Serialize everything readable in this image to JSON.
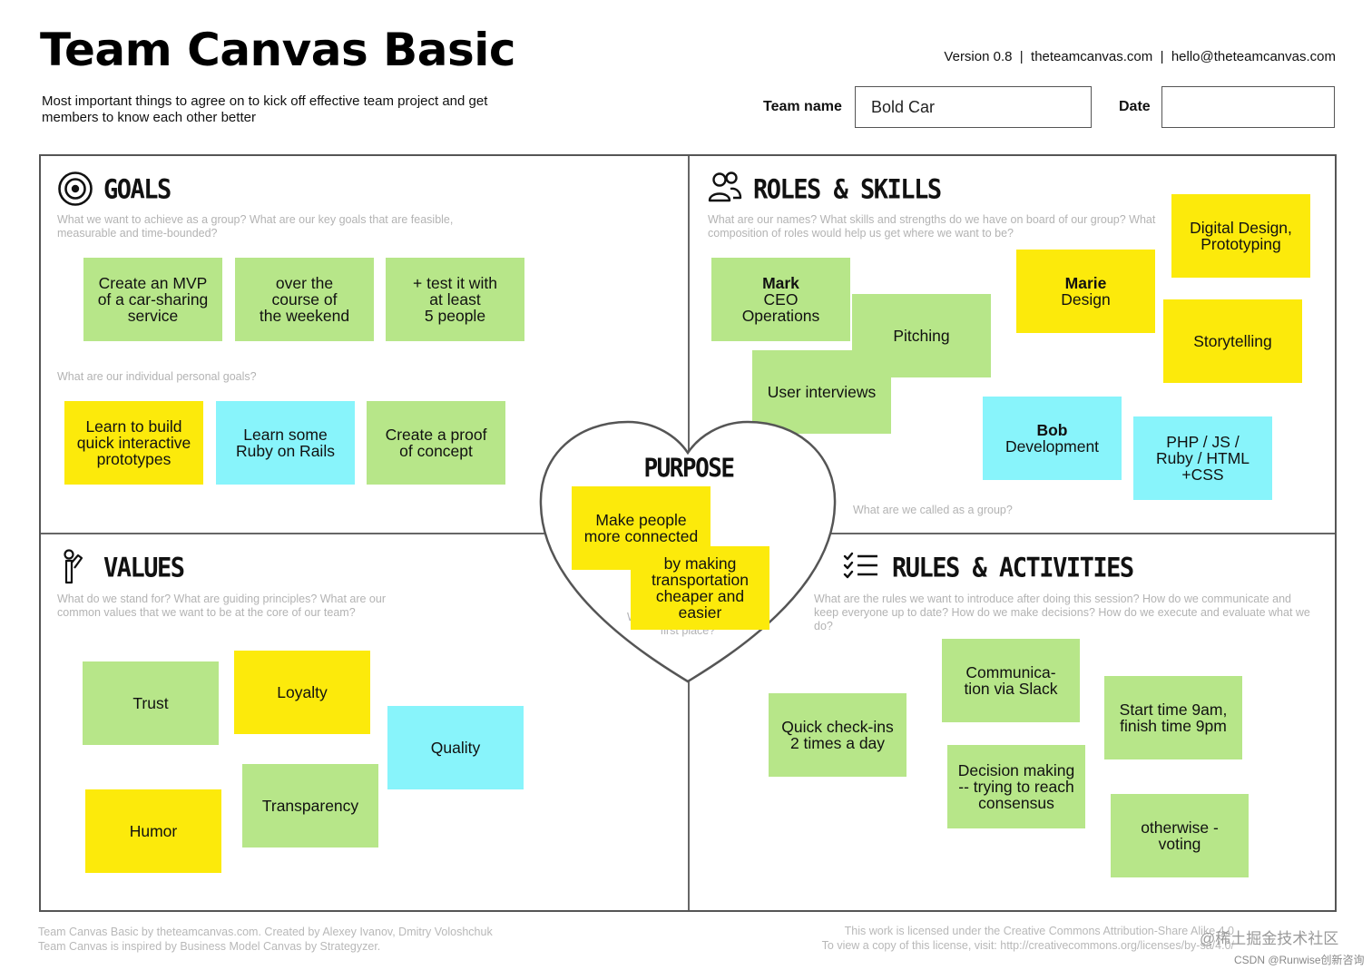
{
  "header": {
    "title": "Team Canvas Basic",
    "subtitle": "Most important things to agree on to kick off effective team project and get members to know each other better",
    "meta": "Version 0.8  |  theteamcanvas.com  |  hello@theteamcanvas.com",
    "team_label": "Team name",
    "team_value": "Bold Car",
    "date_label": "Date",
    "date_value": ""
  },
  "goals": {
    "title": "GOALS",
    "hint1": "What we want to achieve as a group? What are our key goals that are feasible, measurable and time-bounded?",
    "hint2": "What are our individual personal goals?",
    "notes": [
      {
        "text": "Create an MVP\nof a car-sharing\nservice",
        "color": "green"
      },
      {
        "text": "over the\ncourse of\nthe weekend",
        "color": "green"
      },
      {
        "text": "+ test it with\nat least\n5 people",
        "color": "green"
      },
      {
        "text": "Learn to build\nquick interactive\nprototypes",
        "color": "yellow"
      },
      {
        "text": "Learn some\nRuby on Rails",
        "color": "cyan"
      },
      {
        "text": "Create a proof\nof concept",
        "color": "green"
      }
    ]
  },
  "roles": {
    "title": "ROLES & SKILLS",
    "hint1": "What are our names? What skills and strengths do we have on board of our group? What composition of roles would help us get where we want to be?",
    "hint2": "What are we called as a group?",
    "notes": [
      {
        "name": "Mark",
        "text": "CEO\nOperations",
        "color": "green"
      },
      {
        "name": "",
        "text": "Pitching",
        "color": "green"
      },
      {
        "name": "",
        "text": "User interviews",
        "color": "green"
      },
      {
        "name": "Marie",
        "text": "Design",
        "color": "yellow"
      },
      {
        "name": "",
        "text": "Digital Design,\nPrototyping",
        "color": "yellow"
      },
      {
        "name": "",
        "text": "Storytelling",
        "color": "yellow"
      },
      {
        "name": "Bob",
        "text": "Development",
        "color": "cyan"
      },
      {
        "name": "",
        "text": "PHP / JS /\nRuby / HTML\n+CSS",
        "color": "cyan"
      }
    ]
  },
  "purpose": {
    "title": "PURPOSE",
    "hint": "Why are we doing in the first place?",
    "notes": [
      {
        "text": "Make people\nmore connected",
        "color": "yellow"
      },
      {
        "text": "by making\ntransportation\ncheaper and\neasier",
        "color": "yellow"
      }
    ]
  },
  "values": {
    "title": "VALUES",
    "hint": "What do we stand for? What are guiding principles? What are our common values that we want to be at the core of our team?",
    "notes": [
      {
        "text": "Trust",
        "color": "green"
      },
      {
        "text": "Loyalty",
        "color": "yellow"
      },
      {
        "text": "Quality",
        "color": "cyan"
      },
      {
        "text": "Transparency",
        "color": "green"
      },
      {
        "text": "Humor",
        "color": "yellow"
      }
    ]
  },
  "rules": {
    "title": "RULES & ACTIVITIES",
    "hint": "What are the rules we want to introduce after doing this session? How do we communicate and keep everyone up to date? How do we make decisions? How do we execute and evaluate what we do?",
    "notes": [
      {
        "text": "Quick check-ins\n2 times a day",
        "color": "green"
      },
      {
        "text": "Communica-\ntion via Slack",
        "color": "green"
      },
      {
        "text": "Decision making\n-- trying to reach\nconsensus",
        "color": "green"
      },
      {
        "text": "Start time 9am,\nfinish time 9pm",
        "color": "green"
      },
      {
        "text": "otherwise -\nvoting",
        "color": "green"
      }
    ]
  },
  "footer": {
    "left1": "Team Canvas Basic by theteamcanvas.com. Created by Alexey Ivanov, Dmitry Voloshchuk",
    "left2": "Team Canvas is inspired by Business Model Canvas by Strategyzer.",
    "right1": "This work is licensed under the Creative Commons Attribution-Share Alike 4.0",
    "right2": "To view a copy of this license, visit: http://creativecommons.org/licenses/by-sa/4.0/",
    "watermark1": "@稀土掘金技术社区",
    "watermark2": "CSDN @Runwise创新咨询"
  },
  "colors": {
    "green": "#b7e689",
    "yellow": "#fcea0b",
    "cyan": "#88f4fb",
    "border": "#555555",
    "hint": "#b3b3b3"
  },
  "icons": {
    "goals": "target-icon",
    "roles": "people-icon",
    "values": "figure-icon",
    "rules": "checklist-icon"
  }
}
